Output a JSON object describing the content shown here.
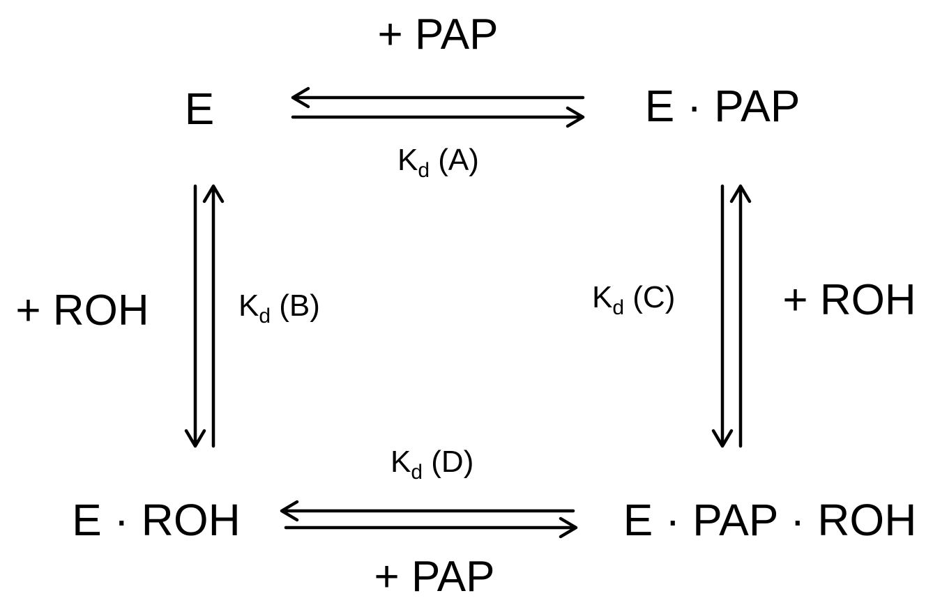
{
  "diagram": {
    "species": {
      "e": "E",
      "e_pap": "E · PAP",
      "e_roh": "E · ROH",
      "e_pap_roh": "E · PAP · ROH"
    },
    "reagents": {
      "top": "+ PAP",
      "bottom": "+ PAP",
      "left": "+ ROH",
      "right": "+ ROH"
    },
    "constants": {
      "a": {
        "symbol": "K",
        "sub": "d",
        "label": " (A)"
      },
      "b": {
        "symbol": "K",
        "sub": "d",
        "label": " (B)"
      },
      "c": {
        "symbol": "K",
        "sub": "d",
        "label": " (C)"
      },
      "d": {
        "symbol": "K",
        "sub": "d",
        "label": " (D)"
      }
    }
  }
}
